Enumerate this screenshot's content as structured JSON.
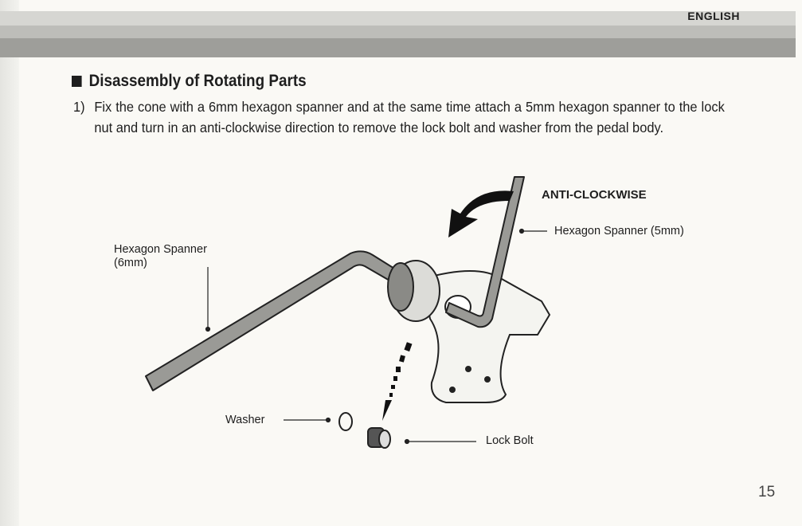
{
  "header": {
    "language": "ENGLISH"
  },
  "section": {
    "title": "Disassembly of Rotating Parts"
  },
  "steps": [
    {
      "number": "1)",
      "text": "Fix the cone with a 6mm hexagon spanner and at the same time attach a 5mm hexagon spanner to the lock nut and turn in an anti-clockwise direction to remove the lock bolt and washer from the pedal body."
    }
  ],
  "figure": {
    "direction_label": "ANTI-CLOCKWISE",
    "labels": {
      "spanner_5mm": "Hexagon Spanner (5mm)",
      "spanner_6mm_line1": "Hexagon Spanner",
      "spanner_6mm_line2": "(6mm)",
      "washer": "Washer",
      "lock_bolt": "Lock Bolt"
    }
  },
  "page_number": "15"
}
